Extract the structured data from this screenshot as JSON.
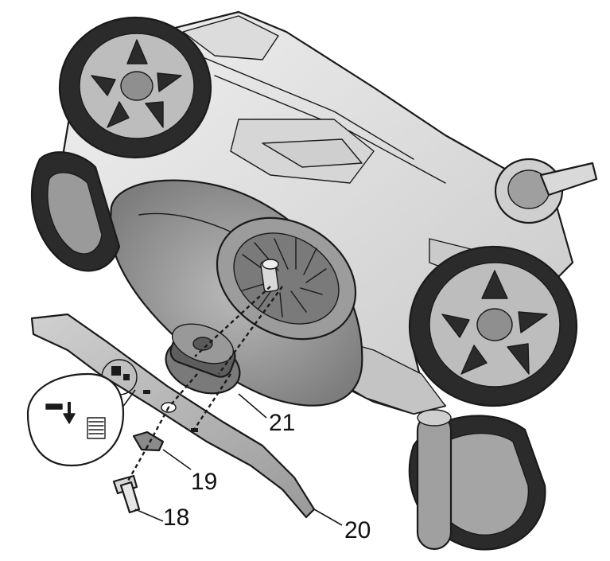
{
  "callouts": {
    "screw": "18",
    "washer": "19",
    "blade": "20",
    "blade_adapter": "21"
  },
  "colors": {
    "body_light": "#e6e6e6",
    "body_mid": "#cfcfcf",
    "body_dark": "#8a8a8a",
    "tire": "#2b2b2b",
    "hub": "#bdbdbd",
    "outline": "#1a1a1a"
  }
}
